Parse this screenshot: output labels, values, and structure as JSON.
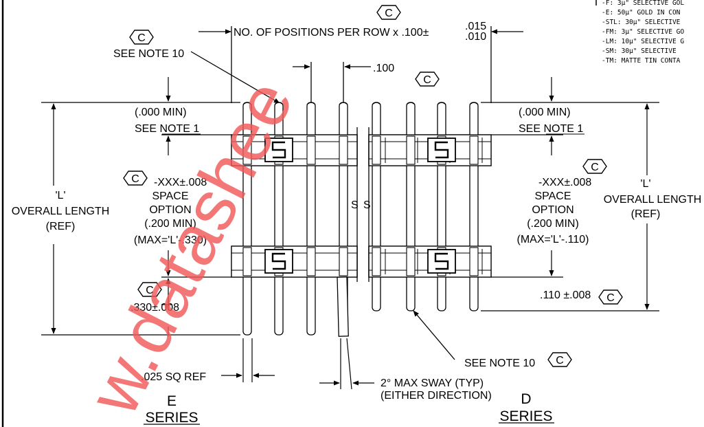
{
  "legend": [
    "-F: 3μ\" SELECTIVE GOL",
    "-E: 50μ\" GOLD IN CON",
    "-STL: 30μ\" SELECTIVE",
    "-FM: 3μ\" SELECTIVE GO",
    "-LM: 10μ\" SELECTIVE G",
    "-SM: 30μ\" SELECTIVE",
    "-TM: MATTE TIN CONTA"
  ],
  "rev_letter": "C",
  "top_dim": {
    "prefix": "NO. OF POSITIONS PER ROW x .100±",
    "tol_plus": ".015",
    "tol_minus": ".010"
  },
  "pitch": ".100",
  "see_note_10": "SEE NOTE 10",
  "see_note_10_bottom": "SEE NOTE 10",
  "left": {
    "min_text": "(.000 MIN)",
    "see_note_1": "SEE NOTE 1",
    "space_value": "-XXX±.008",
    "space_option_1": "SPACE",
    "space_option_2": "OPTION",
    "space_min": "(.200 MIN)",
    "space_max": "(MAX='L'-.330)",
    "dim_330": ".330±.008",
    "overall_L": "'L'",
    "overall_length": "OVERALL LENGTH",
    "overall_ref": "(REF)",
    "sq_ref": ".025 SQ REF"
  },
  "right": {
    "min_text": "(.000 MIN)",
    "see_note_1": "SEE NOTE 1",
    "space_value": "-XXX±.008",
    "space_option_1": "SPACE",
    "space_option_2": "OPTION",
    "space_min": "(.200 MIN)",
    "space_max": "(MAX='L'-.110)",
    "dim_110": ".110 ±.008",
    "overall_L": "'L'",
    "overall_length": "OVERALL LENGTH",
    "overall_ref": "(REF)"
  },
  "s_marks": [
    "S",
    "S"
  ],
  "sway_1": "2° MAX SWAY (TYP)",
  "sway_2": "(EITHER DIRECTION)",
  "series_e": {
    "letter": "E",
    "word": "SERIES"
  },
  "series_d": {
    "letter": "D",
    "word": "SERIES"
  },
  "watermark": "w.datashee"
}
